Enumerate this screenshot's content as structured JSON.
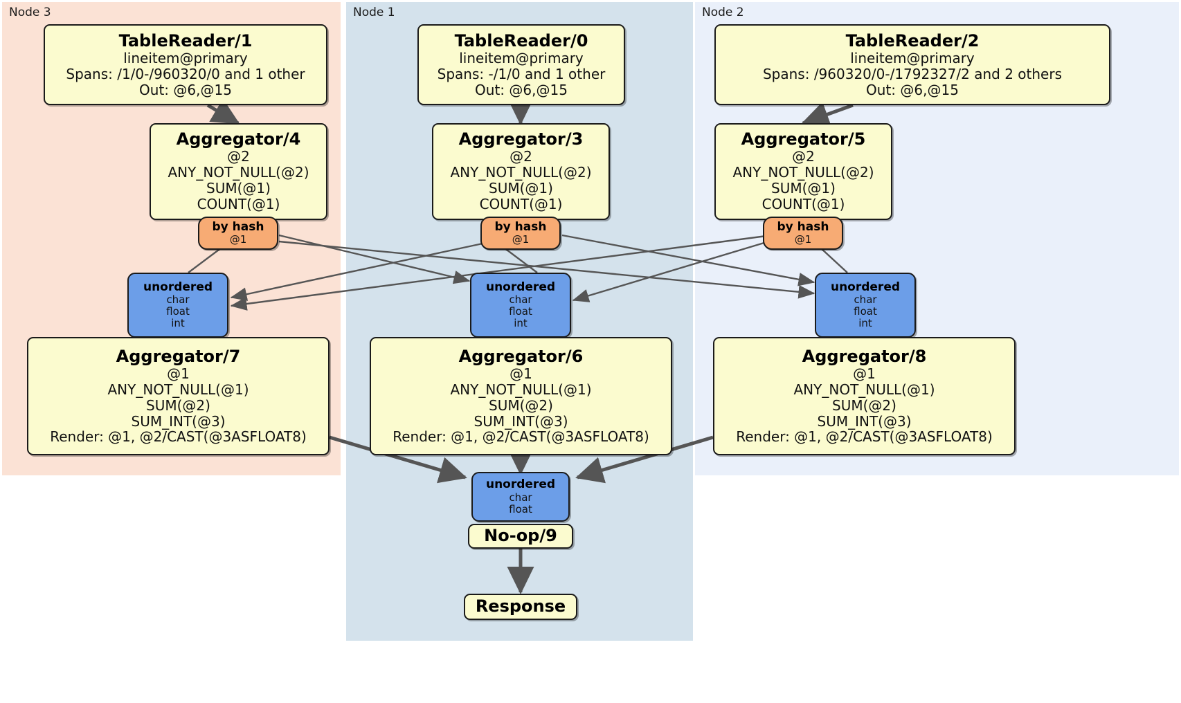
{
  "diagram": {
    "type": "distributed-query-plan",
    "colors": {
      "node3_panel": "#fbe2d5",
      "node1_panel": "#d4e2ec",
      "node2_panel": "#eaf0fa",
      "processor_fill": "#fbfbcf",
      "router_fill": "#f7ab74",
      "sync_fill": "#6c9ee8",
      "edge": "#555555",
      "border": "#1a1a1a"
    }
  },
  "panels": [
    {
      "id": "node3",
      "label": "Node 3"
    },
    {
      "id": "node1",
      "label": "Node 1"
    },
    {
      "id": "node2",
      "label": "Node 2"
    }
  ],
  "boxes": {
    "tablereader_1": {
      "title": "TableReader/1",
      "lines": [
        "lineitem@primary",
        "Spans: /1/0-/960320/0 and 1 other",
        "Out: @6,@15"
      ]
    },
    "tablereader_0": {
      "title": "TableReader/0",
      "lines": [
        "lineitem@primary",
        "Spans: -/1/0 and 1 other",
        "Out: @6,@15"
      ]
    },
    "tablereader_2": {
      "title": "TableReader/2",
      "lines": [
        "lineitem@primary",
        "Spans: /960320/0-/1792327/2 and 2 others",
        "Out: @6,@15"
      ]
    },
    "aggregator_4": {
      "title": "Aggregator/4",
      "lines": [
        "@2",
        "ANY_NOT_NULL(@2)",
        "SUM(@1)",
        "COUNT(@1)"
      ]
    },
    "aggregator_3": {
      "title": "Aggregator/3",
      "lines": [
        "@2",
        "ANY_NOT_NULL(@2)",
        "SUM(@1)",
        "COUNT(@1)"
      ]
    },
    "aggregator_5": {
      "title": "Aggregator/5",
      "lines": [
        "@2",
        "ANY_NOT_NULL(@2)",
        "SUM(@1)",
        "COUNT(@1)"
      ]
    },
    "byhash_4": {
      "title": "by hash",
      "lines": [
        "@1"
      ]
    },
    "byhash_3": {
      "title": "by hash",
      "lines": [
        "@1"
      ]
    },
    "byhash_5": {
      "title": "by hash",
      "lines": [
        "@1"
      ]
    },
    "unordered_7": {
      "title": "unordered",
      "lines": [
        "char",
        "float",
        "int"
      ]
    },
    "unordered_6": {
      "title": "unordered",
      "lines": [
        "char",
        "float",
        "int"
      ]
    },
    "unordered_8": {
      "title": "unordered",
      "lines": [
        "char",
        "float",
        "int"
      ]
    },
    "aggregator_7": {
      "title": "Aggregator/7",
      "lines": [
        "@1",
        "ANY_NOT_NULL(@1)",
        "SUM(@2)",
        "SUM_INT(@3)",
        "Render: @1, @2/CAST(@3ASFLOAT8)"
      ]
    },
    "aggregator_6": {
      "title": "Aggregator/6",
      "lines": [
        "@1",
        "ANY_NOT_NULL(@1)",
        "SUM(@2)",
        "SUM_INT(@3)",
        "Render: @1, @2/CAST(@3ASFLOAT8)"
      ]
    },
    "aggregator_8": {
      "title": "Aggregator/8",
      "lines": [
        "@1",
        "ANY_NOT_NULL(@1)",
        "SUM(@2)",
        "SUM_INT(@3)",
        "Render: @1, @2/CAST(@3ASFLOAT8)"
      ]
    },
    "unordered_final": {
      "title": "unordered",
      "lines": [
        "char",
        "float"
      ]
    },
    "noop_9": {
      "title": "No-op/9",
      "lines": []
    },
    "response": {
      "title": "Response",
      "lines": []
    }
  }
}
